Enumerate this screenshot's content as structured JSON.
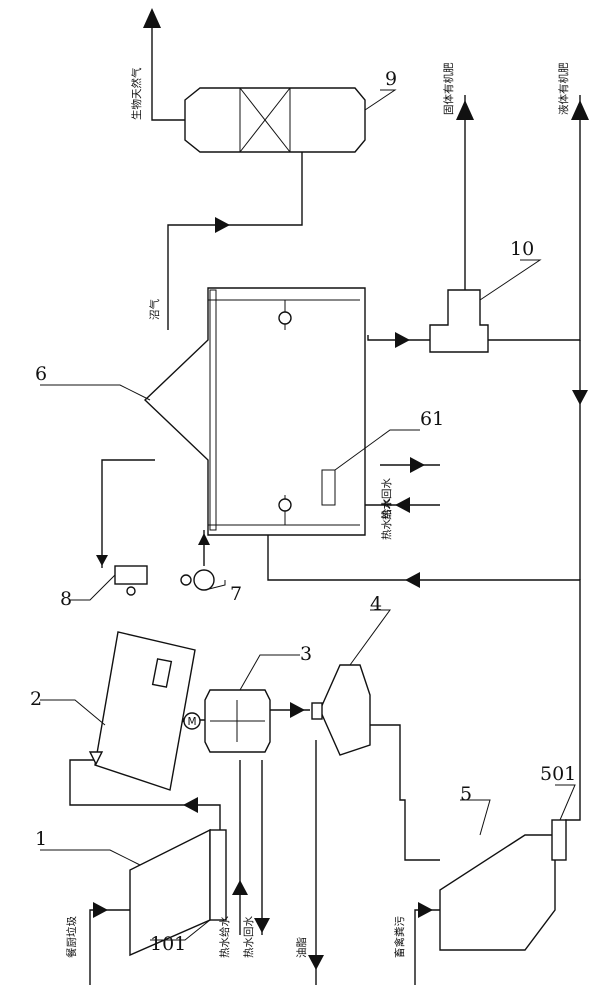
{
  "numbers": {
    "n1": "1",
    "n101": "101",
    "n2": "2",
    "n3": "3",
    "n4": "4",
    "n5": "5",
    "n501": "501",
    "n6": "6",
    "n61": "61",
    "n7": "7",
    "n8": "8",
    "n9": "9",
    "n10": "10"
  },
  "labels": {
    "kitchen_waste": "餐厨垃圾",
    "hot_supply_3": "热水给水",
    "hot_return_3": "热水回水",
    "grease": "油脂",
    "livestock_manure": "畜禽粪污",
    "hot_supply_61": "热水给水",
    "hot_return_61": "热水回水",
    "biogas": "沼气",
    "bio_natural_gas": "生物天然气",
    "solid_fertilizer": "固体有机肥",
    "liquid_fertilizer": "液体有机肥"
  },
  "motor_symbol": "M"
}
